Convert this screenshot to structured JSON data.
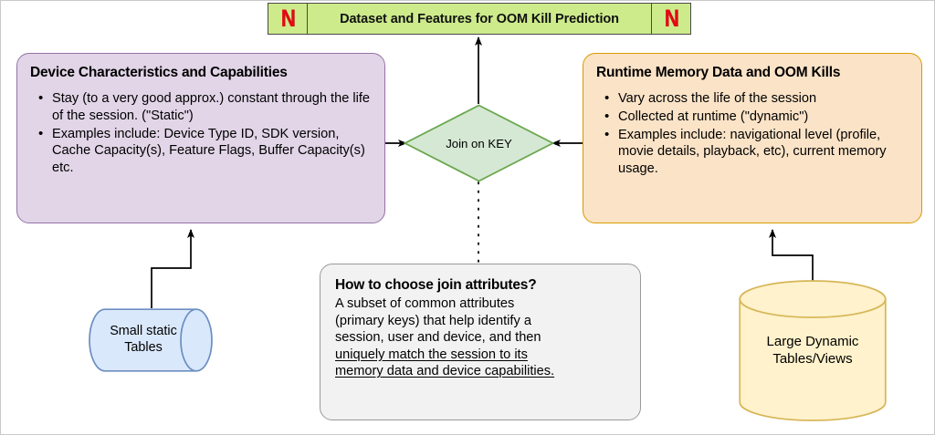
{
  "title_bar": {
    "logo_left": "N",
    "logo_right": "N",
    "title": "Dataset and Features for OOM Kill Prediction",
    "bg_color": "#cdeb8b",
    "logo_color": "#e50914"
  },
  "device_box": {
    "heading": "Device Characteristics and Capabilities",
    "bullets": [
      "Stay (to a very good approx.) constant through the life of the session. (\"Static\")",
      "Examples include: Device Type ID, SDK version, Cache Capacity(s), Feature Flags, Buffer Capacity(s) etc."
    ],
    "fill_color": "#e1d5e7",
    "border_color": "#9673a6"
  },
  "runtime_box": {
    "heading": "Runtime Memory Data and OOM Kills",
    "bullets": [
      "Vary across the life of the session",
      "Collected at runtime (\"dynamic\")",
      "Examples include: navigational level (profile, movie details, playback, etc), current memory usage."
    ],
    "fill_color": "#fbe3c7",
    "border_color": "#d79b00"
  },
  "join_node": {
    "label": "Join on KEY",
    "fill_color": "#d5e8d4",
    "border_color": "#6aa84f"
  },
  "howto_box": {
    "heading": "How to choose join attributes?",
    "lines": [
      {
        "text": "A subset of common attributes",
        "underlined": false
      },
      {
        "text": "(primary keys) that help identify a",
        "underlined": false
      },
      {
        "text": "session, user and device, and then",
        "underlined": false
      },
      {
        "text": "uniquely match the session to its",
        "underlined": true
      },
      {
        "text": "memory data and device capabilities.",
        "underlined": true
      }
    ],
    "fill_color": "#f2f2f2",
    "border_color": "#9a9a9a"
  },
  "small_static_db": {
    "label": "Small static Tables",
    "line1": "Small static",
    "line2": "Tables",
    "fill_color": "#dae8fc",
    "border_color": "#6c8ebf"
  },
  "large_dynamic_db": {
    "label": "Large Dynamic Tables/Views",
    "line1": "Large Dynamic",
    "line2": "Tables/Views",
    "fill_color": "#fff2cc",
    "border_color": "#d6b656"
  },
  "connectors": {
    "device_to_join": "arrow",
    "runtime_to_join": "arrow",
    "join_to_title": "arrow",
    "join_to_howto": "dotted",
    "small_db_to_device": "arrow",
    "large_db_to_runtime": "arrow",
    "line_color": "#000000"
  }
}
